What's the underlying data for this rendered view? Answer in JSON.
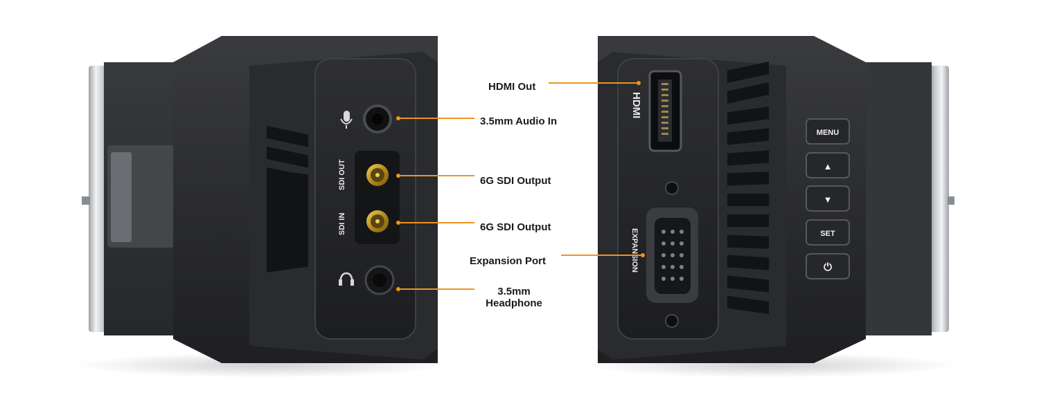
{
  "callouts": {
    "hdmi_out": "HDMI Out",
    "audio_in": "3.5mm Audio In",
    "sdi_output_1": "6G SDI Output",
    "sdi_output_2": "6G SDI Output",
    "expansion_port": "Expansion Port",
    "headphone_line1": "3.5mm",
    "headphone_line2": "Headphone"
  },
  "left_panel_labels": {
    "sdi_out": "SDI OUT",
    "sdi_in": "SDI IN"
  },
  "right_panel_labels": {
    "hdmi": "HDMI",
    "expansion": "EXPANSION"
  },
  "buttons": {
    "menu": "MENU",
    "up": "▲",
    "down": "▼",
    "set": "SET",
    "power": "⏻"
  },
  "colors": {
    "leader_line": "#f0931e",
    "camera_body": "#2a2b2e",
    "connector_gold": "#c9a227"
  }
}
